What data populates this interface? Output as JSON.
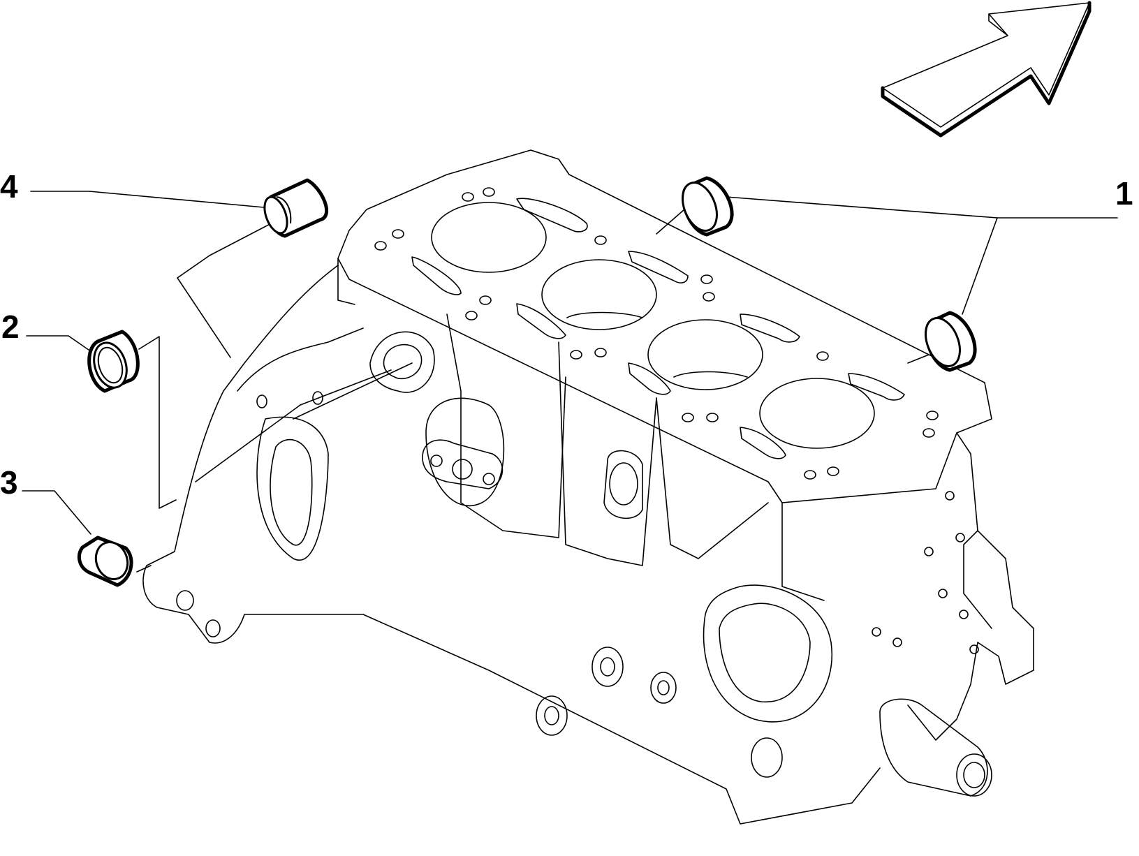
{
  "callouts": [
    {
      "label": "4",
      "part": "bushing-upper-left"
    },
    {
      "label": "2",
      "part": "cap-plug-left"
    },
    {
      "label": "3",
      "part": "bushing-lower-left"
    },
    {
      "label": "1",
      "part": "cap-plugs-top-right"
    }
  ],
  "colors": {
    "ink": "#000000",
    "paper": "#ffffff"
  }
}
